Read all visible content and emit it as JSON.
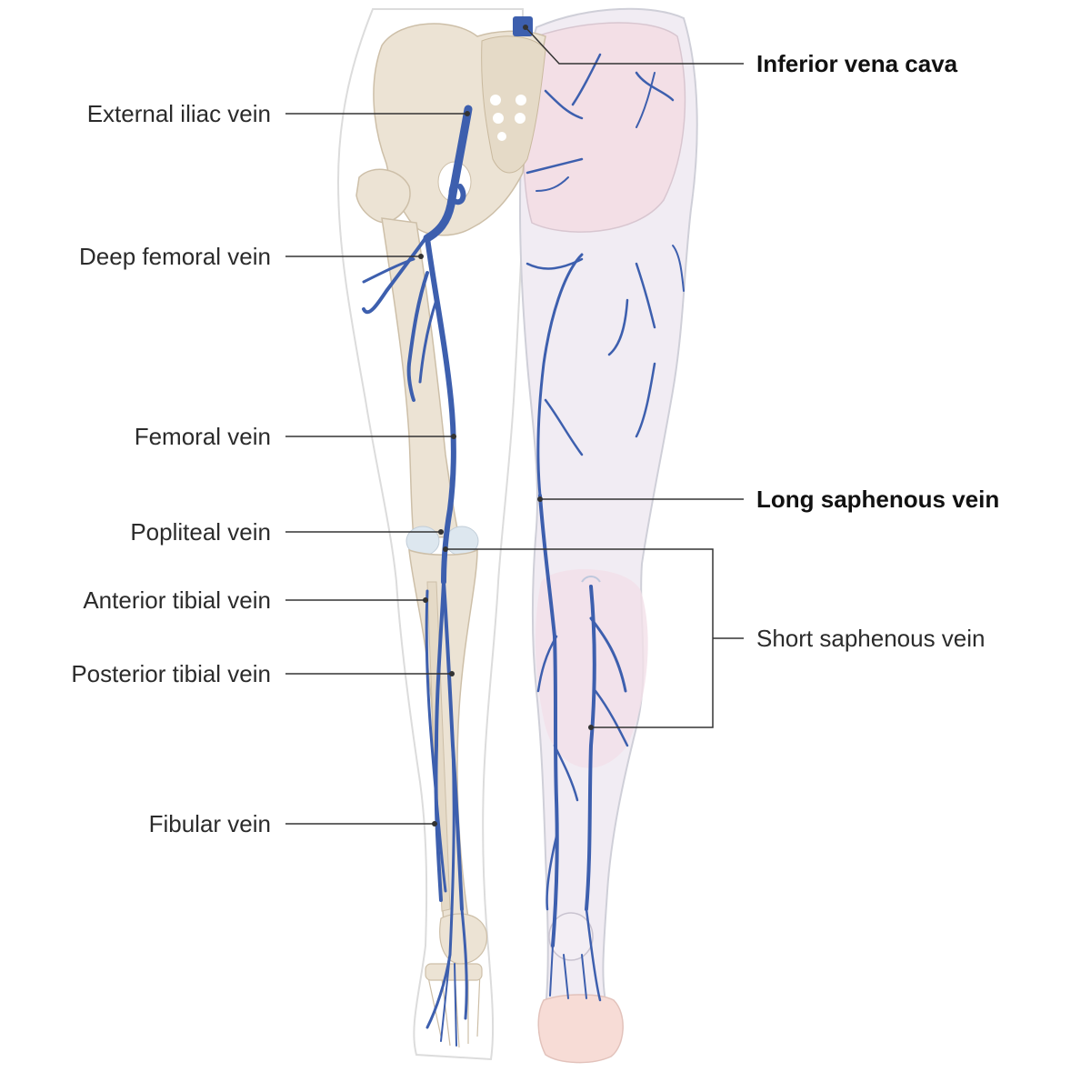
{
  "labels": {
    "external_iliac": "External iliac vein",
    "deep_femoral": "Deep femoral vein",
    "femoral": "Femoral vein",
    "popliteal": "Popliteal vein",
    "anterior_tibial": "Anterior tibial vein",
    "posterior_tibial": "Posterior tibial vein",
    "fibular": "Fibular vein",
    "inferior_vena_cava": "Inferior vena cava",
    "long_saphenous": "Long saphenous vein",
    "short_saphenous": "Short saphenous vein"
  },
  "colors": {
    "vein": "#3d5fae",
    "bone": "#ece3d4",
    "skin_outline": "#d9d9d9",
    "muscle": "#f3e6ea",
    "leader_line": "#333333"
  }
}
